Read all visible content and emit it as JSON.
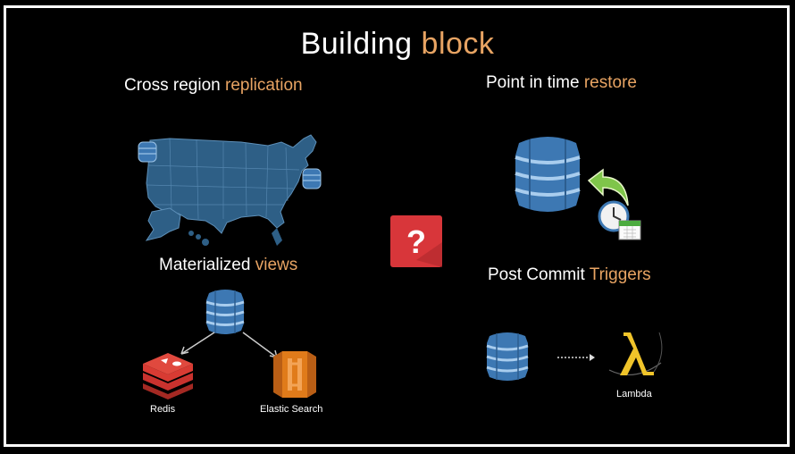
{
  "title": {
    "main": "Building",
    "accent": "block"
  },
  "sections": {
    "cross_region": {
      "main": "Cross region",
      "accent": "replication"
    },
    "point_in_time": {
      "main": "Point in time",
      "accent": "restore"
    },
    "materialized": {
      "main": "Materialized",
      "accent": "views"
    },
    "post_commit": {
      "main": "Post Commit",
      "accent": "Triggers"
    }
  },
  "labels": {
    "redis": "Redis",
    "elastic": "Elastic Search",
    "lambda": "Lambda",
    "question": "?"
  },
  "colors": {
    "accent": "#e8a463",
    "db_blue": "#3d78b3",
    "map_blue": "#2e5f86",
    "redis_red": "#c9322e",
    "elastic_orange": "#e07b1a",
    "question_red": "#d8363a"
  },
  "icons": [
    "dynamodb-icon",
    "us-map-icon",
    "redis-icon",
    "elasticsearch-icon",
    "lambda-icon",
    "restore-arrow-icon",
    "clock-icon",
    "calendar-icon",
    "question-icon"
  ]
}
